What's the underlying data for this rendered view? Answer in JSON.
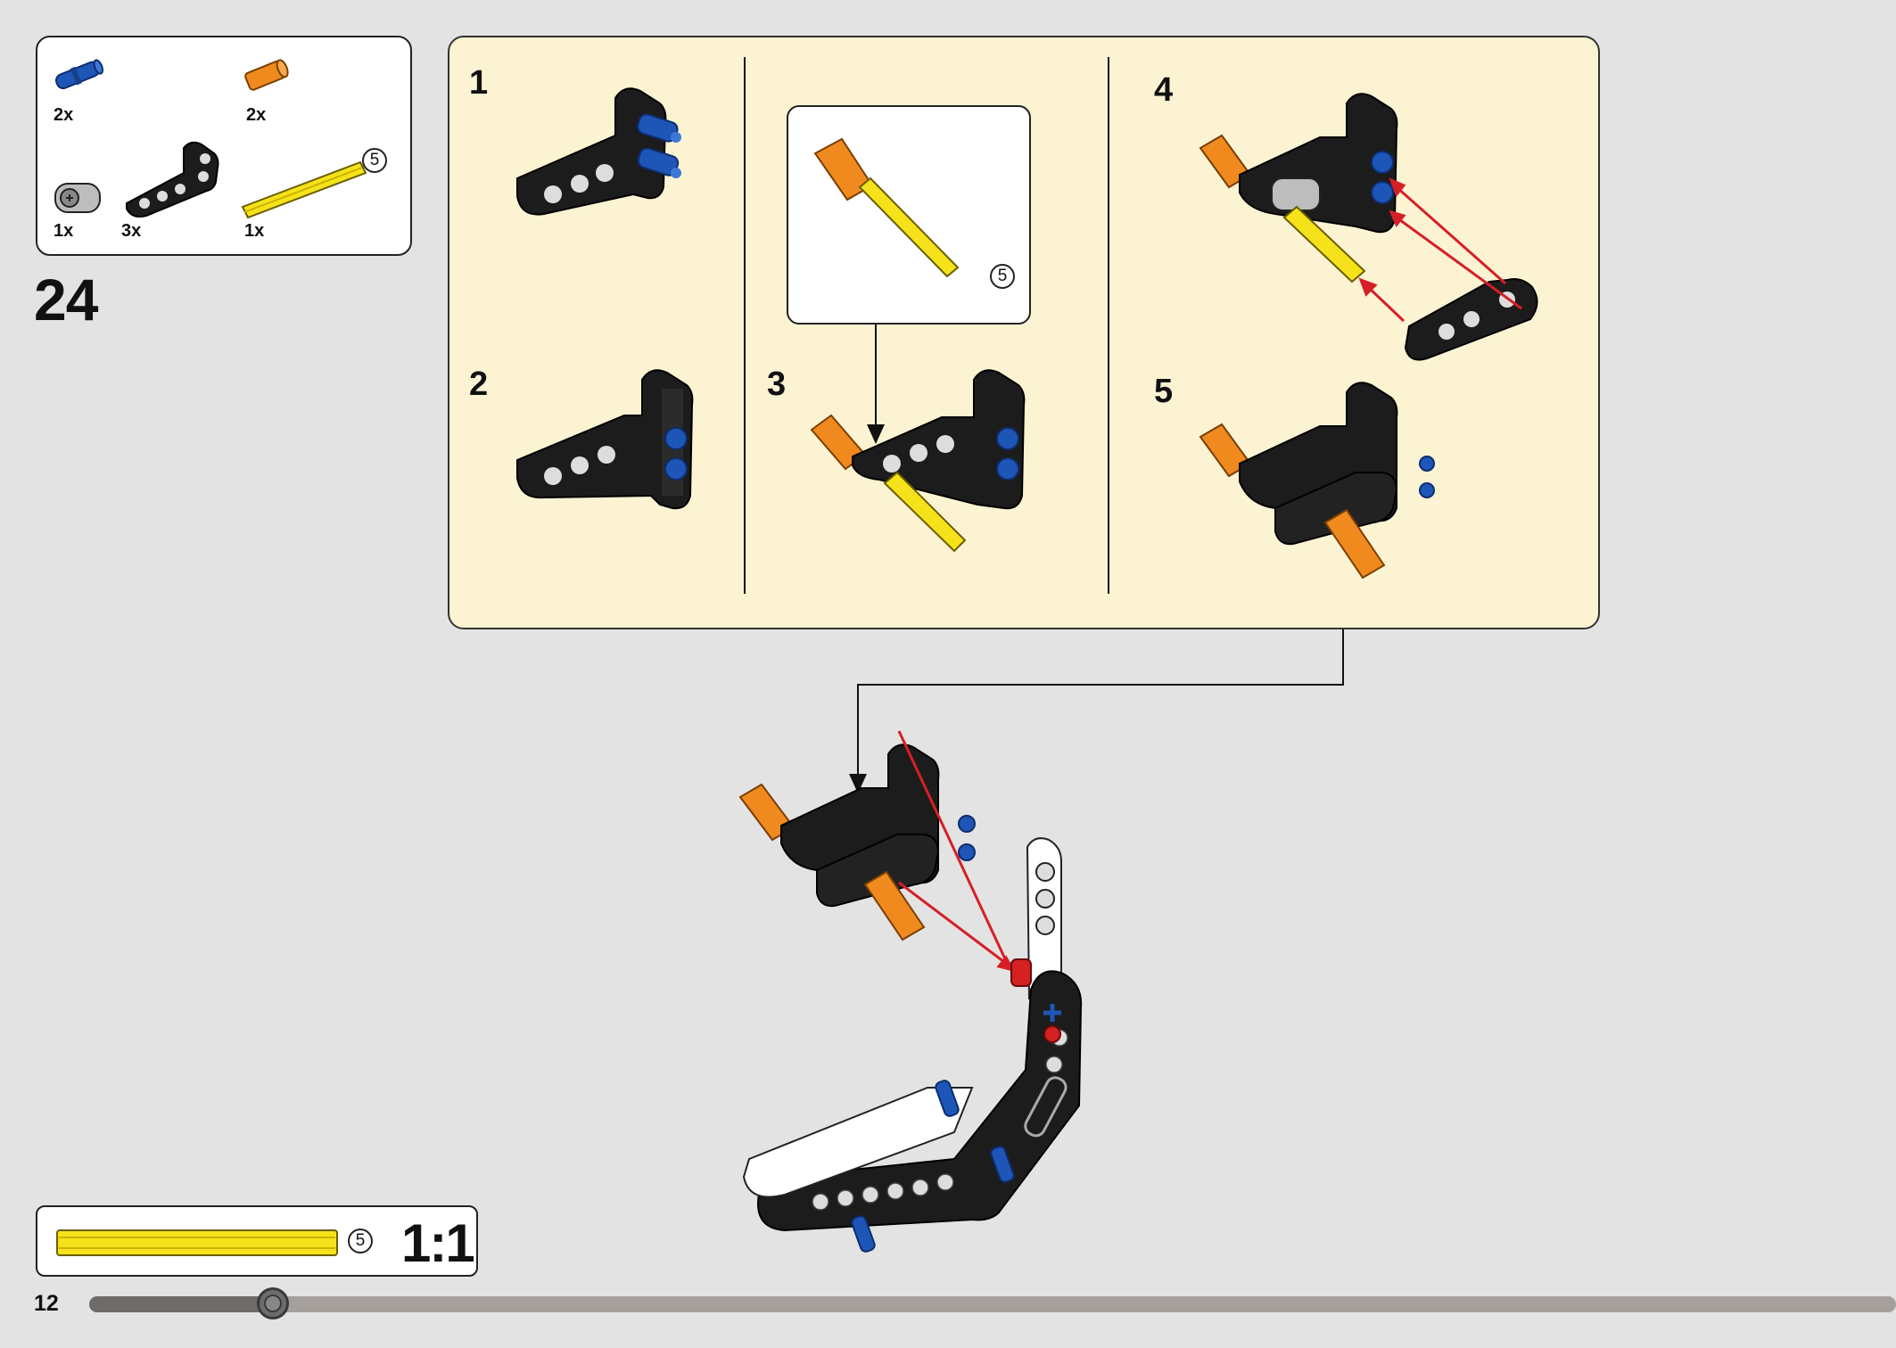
{
  "parts_list": {
    "items": [
      {
        "name": "blue-pin",
        "qty": "2x",
        "color": "#1e56b8"
      },
      {
        "name": "orange-bushing",
        "qty": "2x",
        "color": "#f08a1f"
      },
      {
        "name": "gray-connector",
        "qty": "1x",
        "color": "#9a9a9a"
      },
      {
        "name": "black-l-beam",
        "qty": "3x",
        "color": "#1c1c1c"
      },
      {
        "name": "yellow-axle",
        "qty": "1x",
        "color": "#f5e21a",
        "length_marker": "5"
      }
    ]
  },
  "step": {
    "number": "24"
  },
  "sub_steps": [
    {
      "number": "1"
    },
    {
      "number": "2"
    },
    {
      "number": "3"
    },
    {
      "number": "4"
    },
    {
      "number": "5"
    }
  ],
  "callout": {
    "axle_length_marker": "5"
  },
  "scale_check": {
    "length_marker": "5",
    "ratio": "1:1"
  },
  "footer": {
    "page_number": "12",
    "progress_fraction": 0.1
  },
  "colors": {
    "background": "#e3e3e3",
    "subassembly_panel": "#fcf3d3",
    "beam_black": "#1c1c1c",
    "pin_blue": "#1e56b8",
    "bushing_orange": "#f08a1f",
    "axle_yellow": "#f5e21a",
    "pin_red": "#d52121",
    "beam_white": "#ffffff",
    "arrow_red": "#d61f26"
  }
}
